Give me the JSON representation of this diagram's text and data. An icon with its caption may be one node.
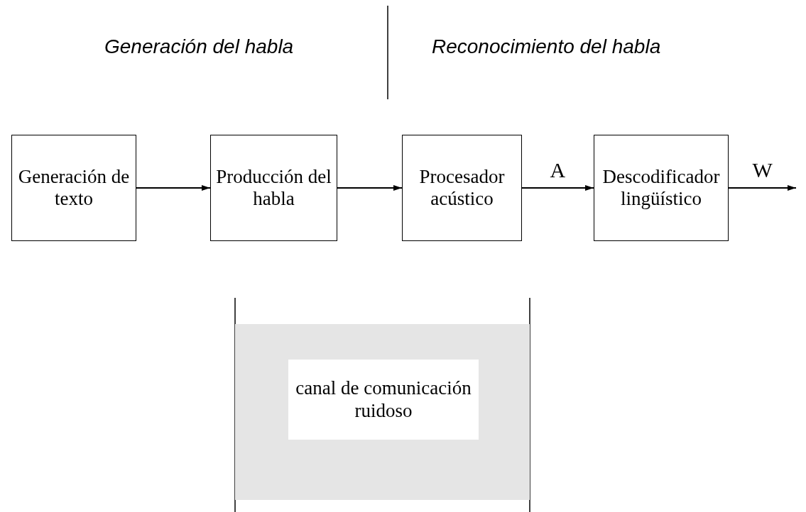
{
  "diagram": {
    "nodes": [
      {
        "text": [
          "Generación de texto"
        ]
      },
      {
        "text": [
          "Producción del habla"
        ]
      },
      {
        "text": [
          "Procesador acústico"
        ]
      },
      {
        "text": [
          "Descodificador lingüístico"
        ]
      },
      {
        "text": [],
        "shape": "box"
      },
      {
        "text": [
          "canal de comunicación ruidoso"
        ],
        "in": 4
      }
    ],
    "edges": [
      {
        "from": 0,
        "to": 1,
        "arrow": "to"
      },
      {
        "from": 1,
        "to": 2,
        "arrow": "to"
      },
      {
        "from": 2,
        "to": 3,
        "arrow": "to",
        "label": "A"
      },
      {
        "from": 3,
        "to": null,
        "arrow": "to",
        "label": "W"
      }
    ],
    "labels": [
      "Generación del habla",
      "Reconocimiento del habla"
    ]
  }
}
